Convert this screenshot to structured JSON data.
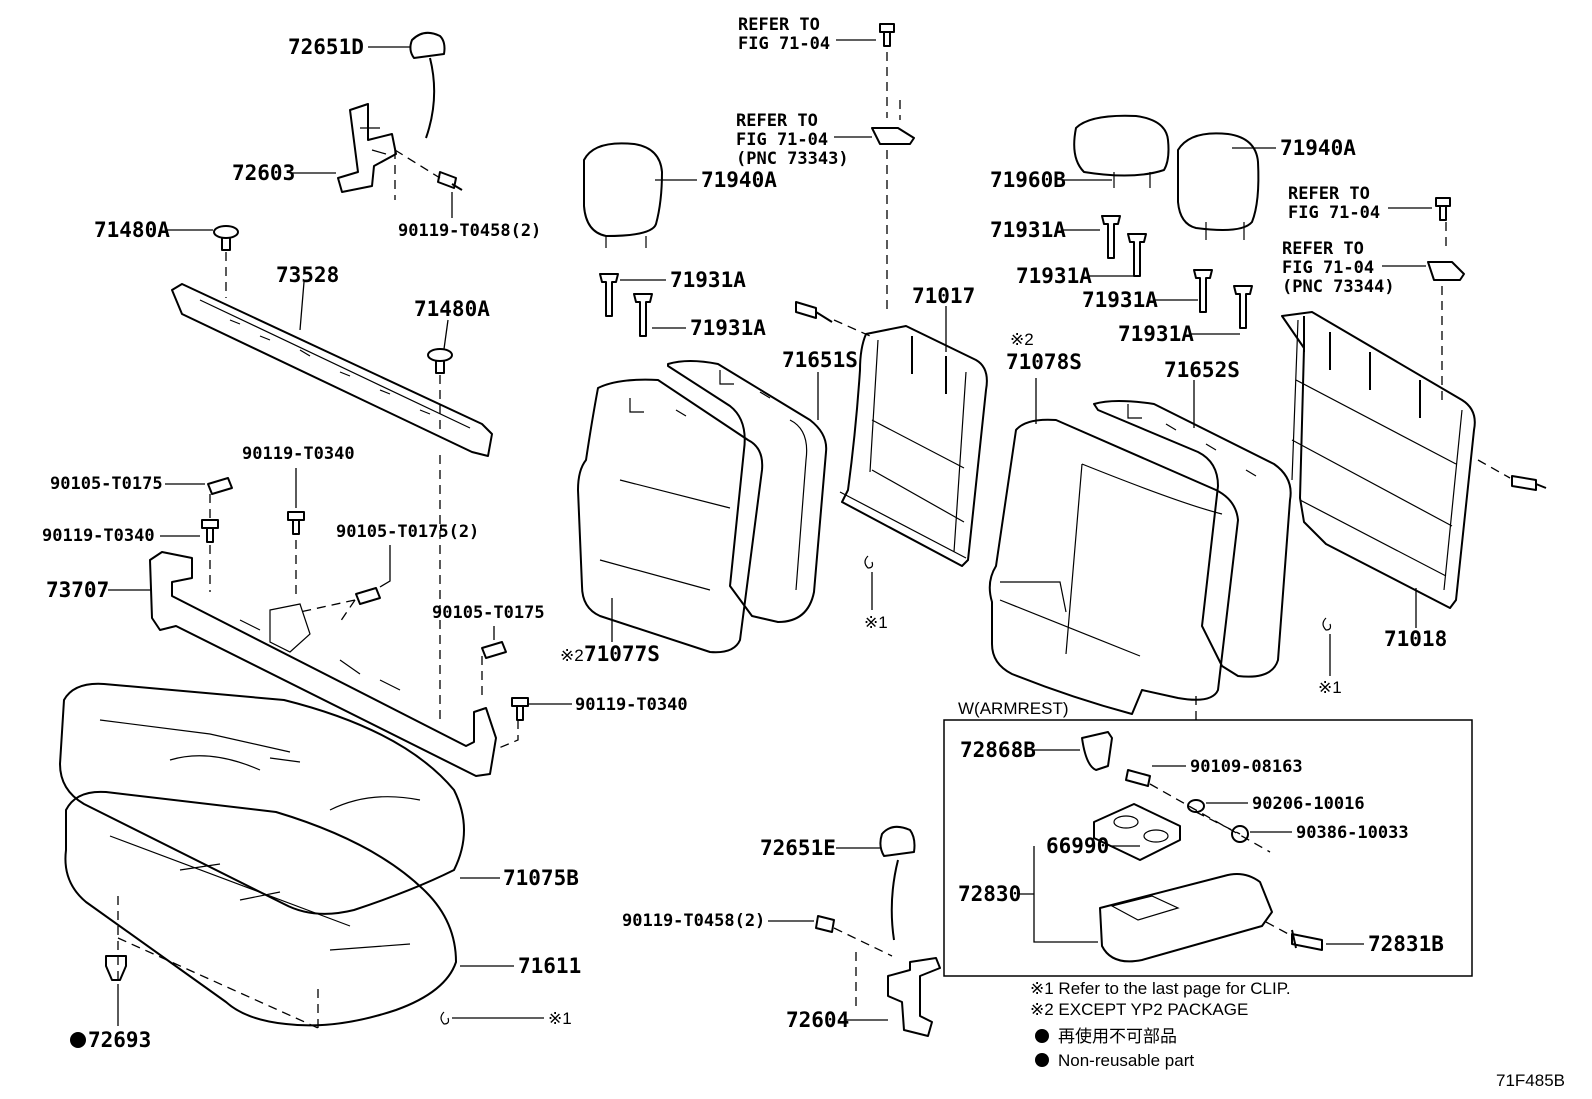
{
  "labels": {
    "p72651D": "72651D",
    "p72603": "72603",
    "p90119_T0458_2_top": "90119-T0458(2)",
    "p71480A_a": "71480A",
    "p73528": "73528",
    "p71480A_b": "71480A",
    "p90119_T0340_a": "90119-T0340",
    "p90105_T0175_a": "90105-T0175",
    "p90119_T0340_b": "90119-T0340",
    "p90105_T0175_2": "90105-T0175(2)",
    "p73707": "73707",
    "p90105_T0175_b": "90105-T0175",
    "p90119_T0340_c": "90119-T0340",
    "p71075B": "71075B",
    "p71611": "71611",
    "p72693": "72693",
    "clip_mark_a": "※1",
    "refer_a_1": "REFER TO",
    "refer_a_2": "FIG 71-04",
    "refer_b_1": "REFER TO",
    "refer_b_2": "FIG 71-04",
    "refer_b_3": "(PNC 73343)",
    "p71940A_a": "71940A",
    "p71931A_a": "71931A",
    "p71931A_b": "71931A",
    "p71651S": "71651S",
    "p71017": "71017",
    "p71077S": "71077S",
    "mark2_a": "※2",
    "clip_mark_b": "※1",
    "p72651E": "72651E",
    "p90119_T0458_2_bot": "90119-T0458(2)",
    "p72604": "72604",
    "p71960B": "71960B",
    "p71940A_b": "71940A",
    "p71931A_c": "71931A",
    "p71931A_d": "71931A",
    "p71931A_e": "71931A",
    "p71931A_f": "71931A",
    "refer_c_1": "REFER TO",
    "refer_c_2": "FIG 71-04",
    "refer_d_1": "REFER TO",
    "refer_d_2": "FIG 71-04",
    "refer_d_3": "(PNC 73344)",
    "mark2_b": "※2",
    "p71078S": "71078S",
    "p71652S": "71652S",
    "p71018": "71018",
    "clip_mark_c": "※1",
    "armrest_title": "W(ARMREST)",
    "p72868B": "72868B",
    "p90109_08163": "90109-08163",
    "p90206_10016": "90206-10016",
    "p90386_10033": "90386-10033",
    "p66990": "66990",
    "p72830": "72830",
    "p72831B": "72831B"
  },
  "notes": {
    "note1": "※1 Refer to the last page for CLIP.",
    "note2": "※2 EXCEPT YP2 PACKAGE",
    "note3": "再使用不可部品",
    "note4": "Non-reusable part"
  },
  "figure_id": "71F485B"
}
